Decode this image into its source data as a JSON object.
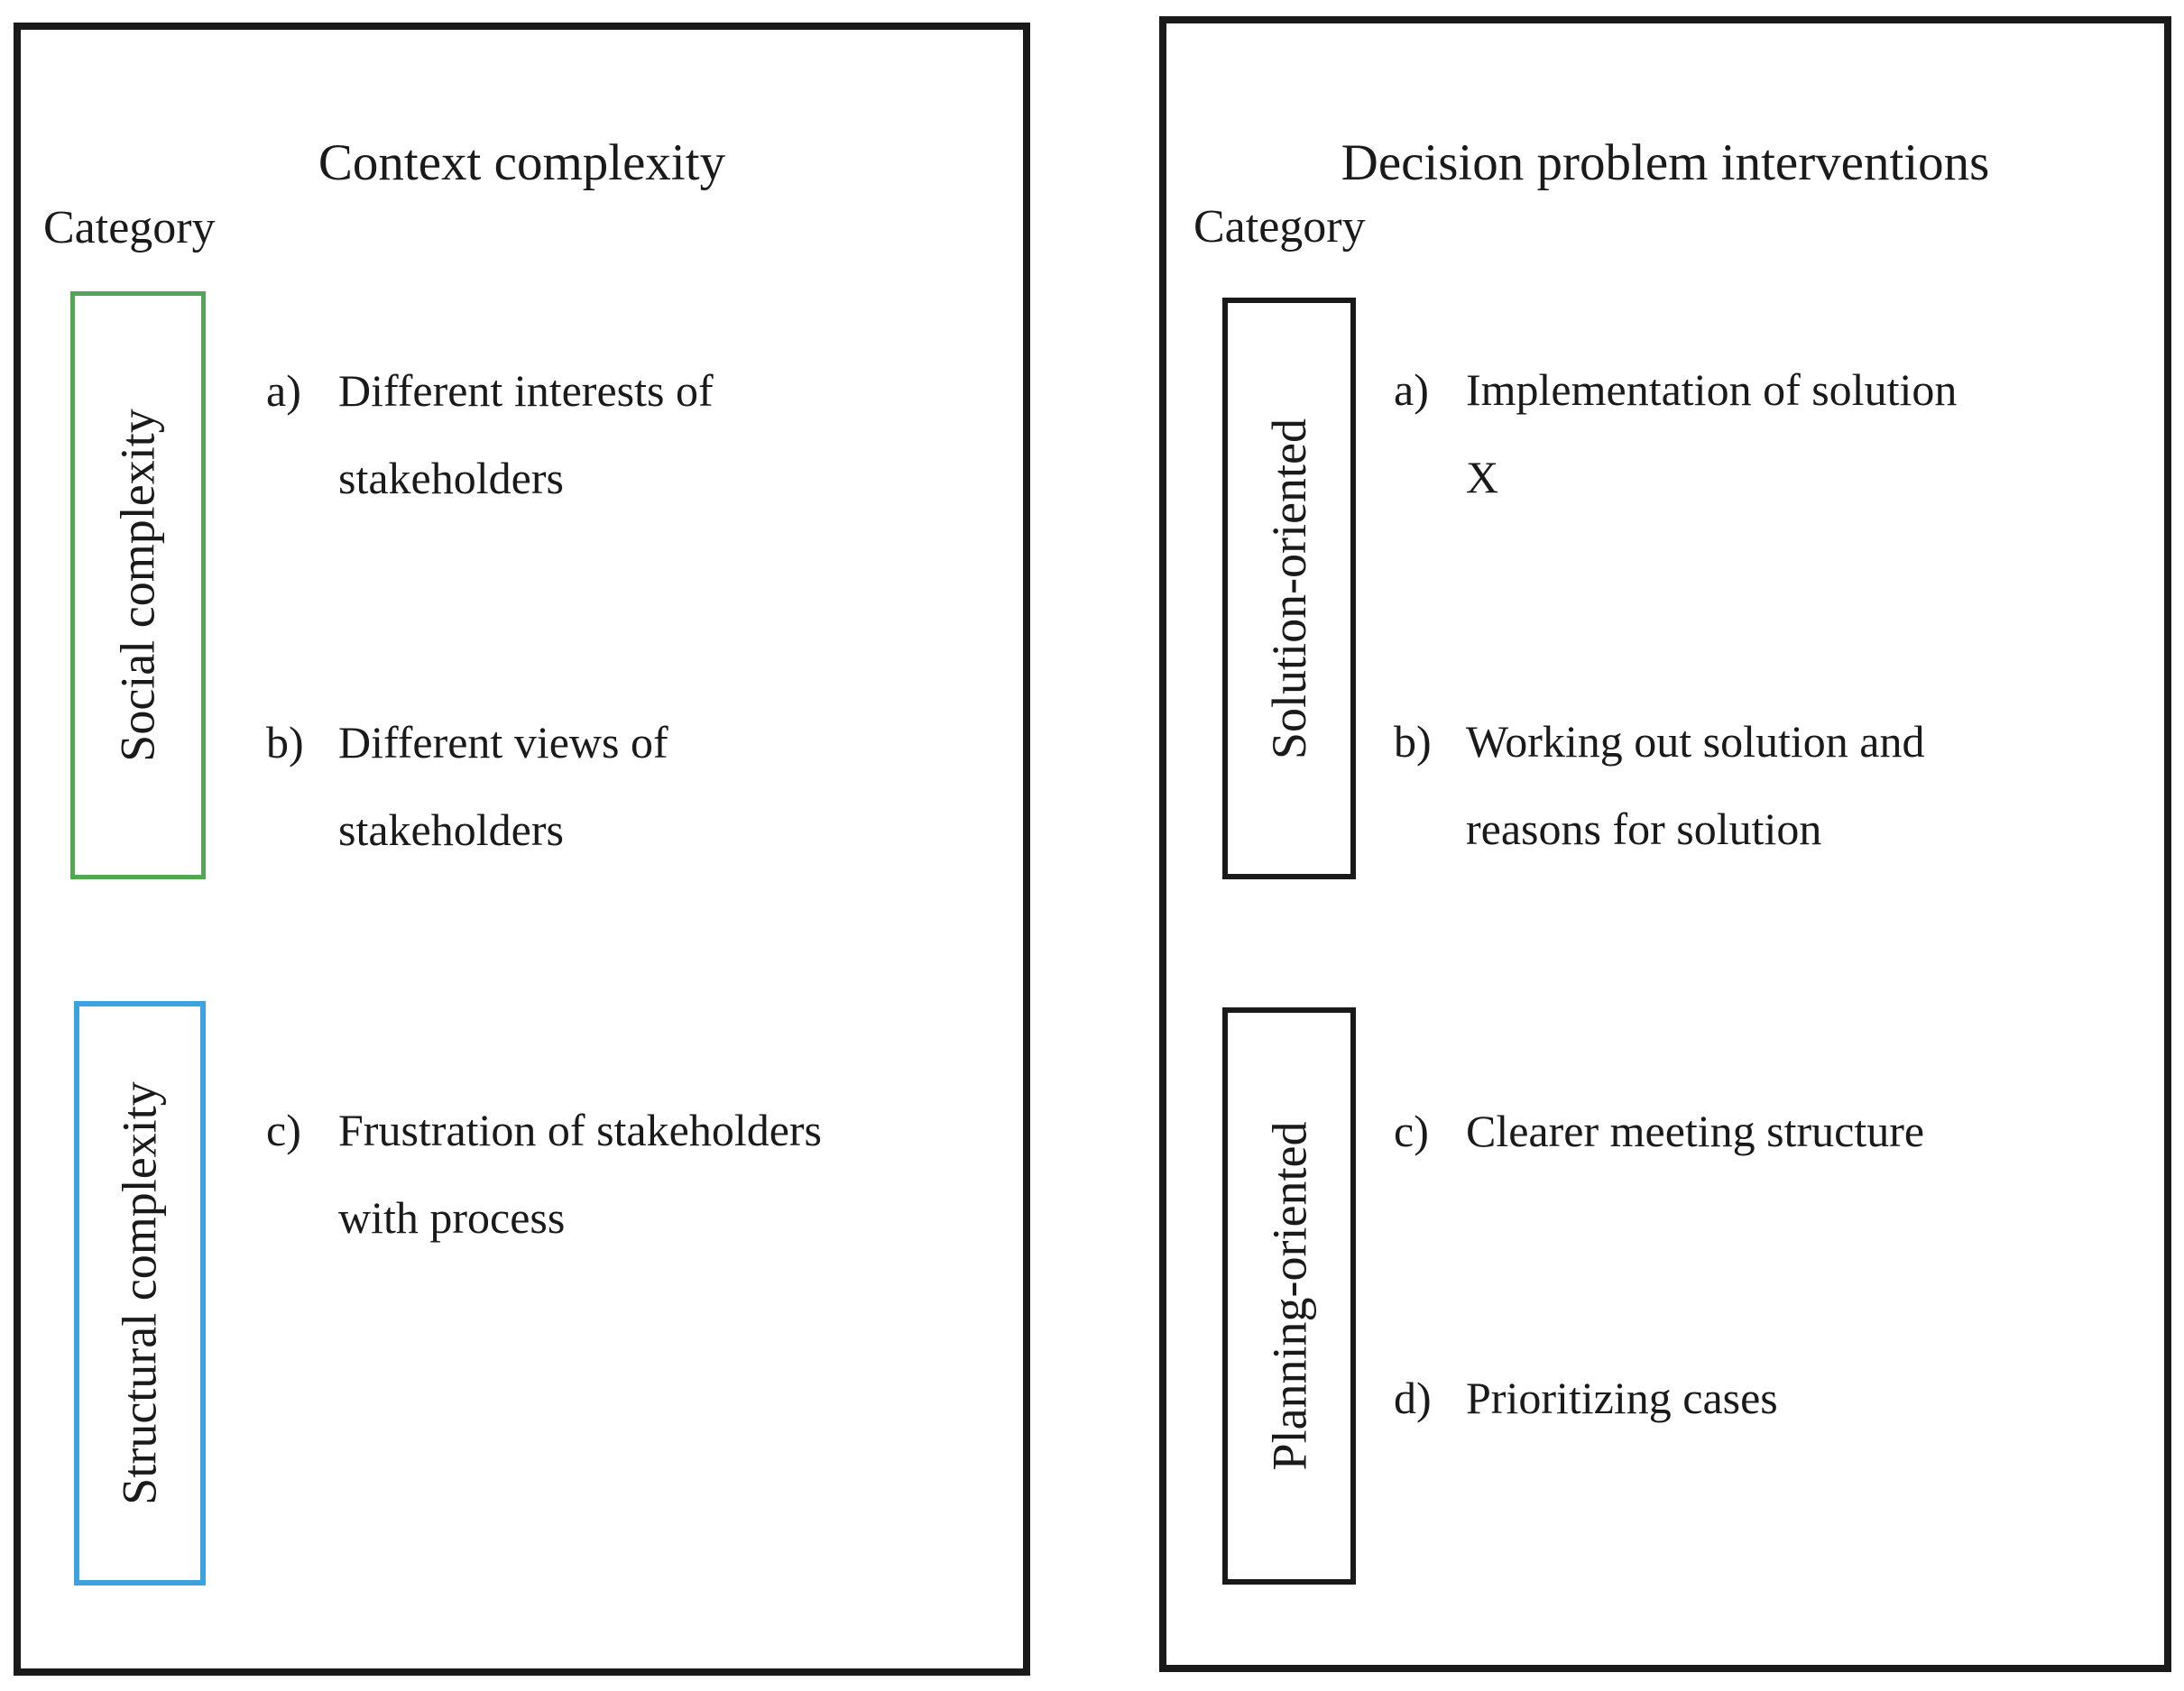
{
  "colors": {
    "background": "#ffffff",
    "text": "#1a1a1a",
    "panel_border": "#1a1a1a",
    "social_box_border": "#53a653",
    "structural_box_border": "#3ba4e0",
    "solution_box_border": "#1a1a1a",
    "planning_box_border": "#1a1a1a"
  },
  "panels": [
    {
      "title": "Context complexity",
      "category_label": "Category",
      "category_boxes": [
        {
          "label": "Social complexity",
          "border_color": "#53a653"
        },
        {
          "label": "Structural complexity",
          "border_color": "#3ba4e0"
        }
      ],
      "items": [
        {
          "marker": "a)",
          "line1": "Different interests of",
          "line2": "stakeholders"
        },
        {
          "marker": "b)",
          "line1": "Different views of",
          "line2": "stakeholders"
        },
        {
          "marker": "c)",
          "line1": "Frustration of stakeholders",
          "line2": "with process"
        }
      ]
    },
    {
      "title": "Decision problem interventions",
      "category_label": "Category",
      "category_boxes": [
        {
          "label": "Solution-oriented",
          "border_color": "#1a1a1a"
        },
        {
          "label": "Planning-oriented",
          "border_color": "#1a1a1a"
        }
      ],
      "items": [
        {
          "marker": "a)",
          "line1": "Implementation of solution",
          "line2": "X"
        },
        {
          "marker": "b)",
          "line1": "Working out solution and",
          "line2": "reasons for solution"
        },
        {
          "marker": "c)",
          "line1": "Clearer meeting structure",
          "line2": ""
        },
        {
          "marker": "d)",
          "line1": "Prioritizing cases",
          "line2": ""
        }
      ]
    }
  ]
}
